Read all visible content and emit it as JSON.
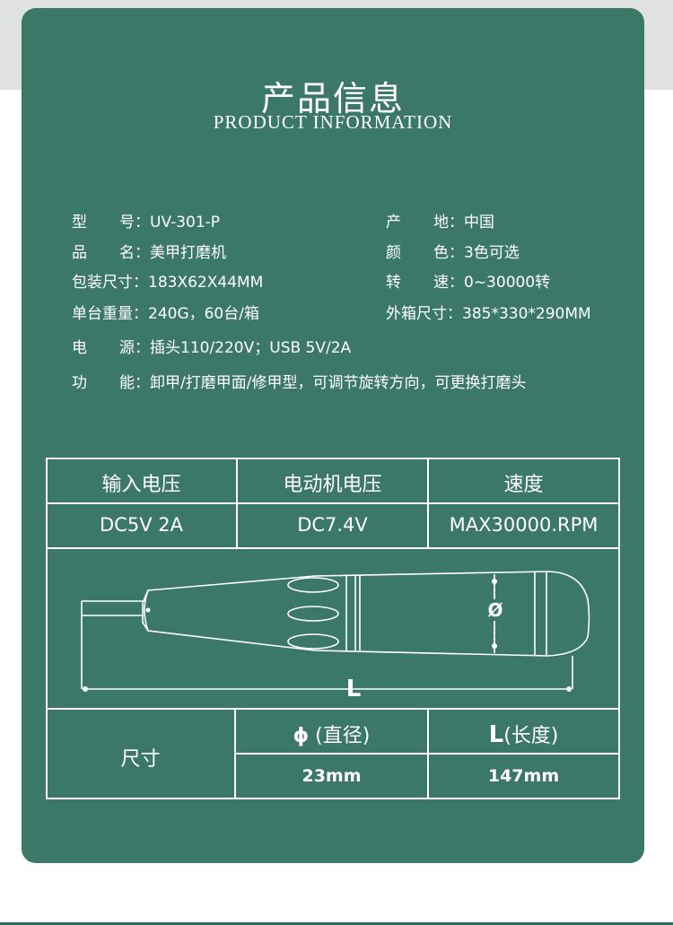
{
  "header": {
    "title_cn": "产品信息",
    "title_en": "PRODUCT INFORMATION"
  },
  "specs": {
    "model": {
      "label_a": "型",
      "label_b": "号",
      "value": "UV-301-P"
    },
    "origin": {
      "label_a": "产",
      "label_b": "地",
      "value": "中国"
    },
    "name": {
      "label_a": "品",
      "label_b": "名",
      "value": "美甲打磨机"
    },
    "color": {
      "label_a": "颜",
      "label_b": "色",
      "value": "3色可选"
    },
    "package_size": {
      "label": "包装尺寸",
      "value": "183X62X44MM"
    },
    "speed": {
      "label_a": "转",
      "label_b": "速",
      "value": "0~30000转"
    },
    "weight": {
      "label": "单台重量",
      "value": "240G，60台/箱"
    },
    "carton_size": {
      "label": "外箱尺寸",
      "value": "385*330*290MM"
    },
    "power": {
      "label_a": "电",
      "label_b": "源",
      "value": "插头110/220V；USB 5V/2A"
    },
    "function": {
      "label_a": "功",
      "label_b": "能",
      "value": "卸甲/打磨甲面/修甲型，可调节旋转方向，可更换打磨头"
    }
  },
  "table": {
    "headers": [
      "输入电压",
      "电动机电压",
      "速度"
    ],
    "values": [
      "DC5V 2A",
      "DC7.4V",
      "MAX30000.RPM"
    ],
    "drawing": {
      "length_symbol": "L",
      "diameter_symbol": "Ø"
    },
    "size_label": "尺寸",
    "dim_headers": [
      {
        "symbol": "ϕ",
        "text": "(直径)"
      },
      {
        "symbol": "L",
        "text": "(长度)"
      }
    ],
    "dim_values": [
      "23mm",
      "147mm"
    ]
  },
  "colors": {
    "card_bg": "#3b7868",
    "top_band": "#dfe2e1",
    "text": "#ffffff"
  }
}
